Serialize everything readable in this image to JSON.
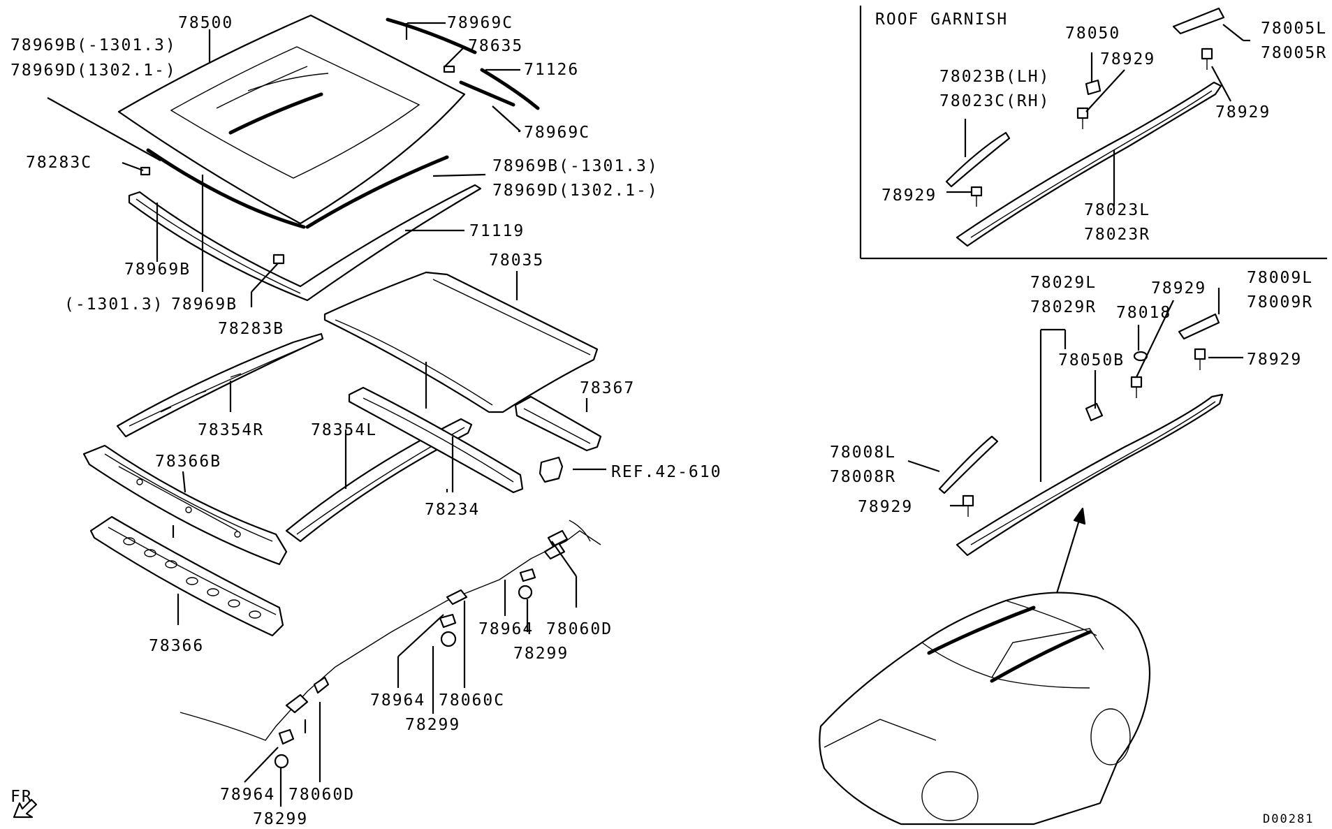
{
  "inset_title": "ROOF GARNISH",
  "diagram_code": "D00281",
  "fr_label": "FR",
  "labels": {
    "p78500": "78500",
    "p78969c_top": "78969C",
    "p78635": "78635",
    "p71126": "71126",
    "p78969c_mid": "78969C",
    "p78969b_1": "78969B(-1301.3)",
    "p78969d_1": "78969D(1302.1-)",
    "p78283c": "78283C",
    "p78969b_2": "78969B(-1301.3)",
    "p78969d_2": "78969D(1302.1-)",
    "p71119": "71119",
    "p78969b_3": "78969B",
    "p1301_3": "(-1301.3)",
    "p78969b_4": "78969B",
    "p78283b": "78283B",
    "p78035": "78035",
    "p78354r": "78354R",
    "p78367": "78367",
    "p78366b": "78366B",
    "p78354l": "78354L",
    "pref": "REF.42-610",
    "p78234": "78234",
    "p78366": "78366",
    "p78964_a": "78964",
    "p78060d_a": "78060D",
    "p78299_a": "78299",
    "p78964_b": "78964",
    "p78060c": "78060C",
    "p78299_b": "78299",
    "p78964_c": "78964",
    "p78060d_b": "78060D",
    "p78299_c": "78299",
    "p78050": "78050",
    "p78005l": "78005L",
    "p78005r": "78005R",
    "p78023b": "78023B(LH)",
    "p78023c": "78023C(RH)",
    "p78929_a": "78929",
    "p78929_b": "78929",
    "p78929_c": "78929",
    "p78023l": "78023L",
    "p78023r": "78023R",
    "p78029l": "78029L",
    "p78029r": "78029R",
    "p78929_d": "78929",
    "p78009l": "78009L",
    "p78009r": "78009R",
    "p78018": "78018",
    "p78050b": "78050B",
    "p78929_e": "78929",
    "p78008l": "78008L",
    "p78008r": "78008R",
    "p78929_f": "78929"
  }
}
